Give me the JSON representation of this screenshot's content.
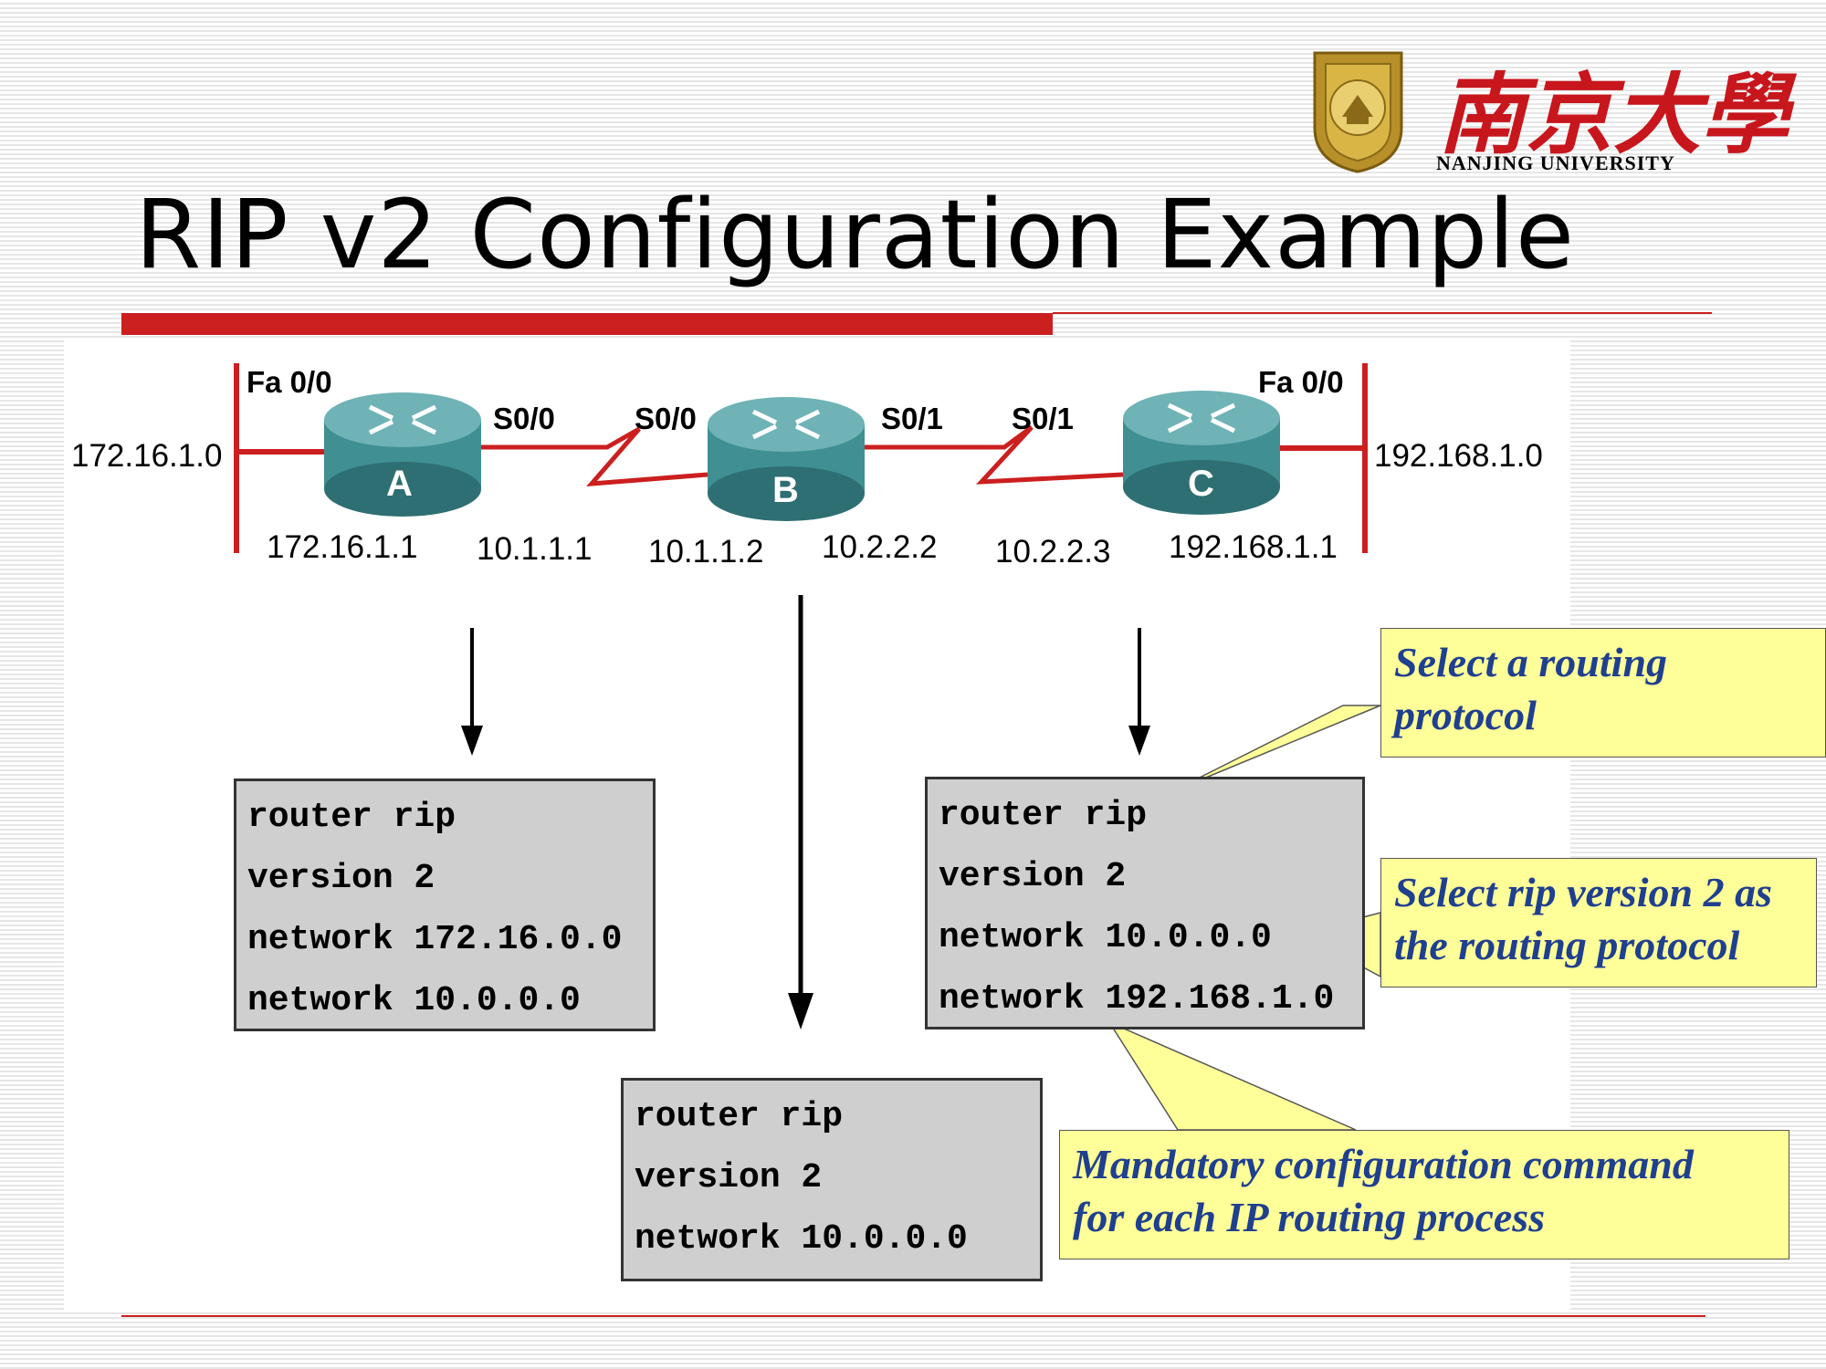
{
  "slide_title": "RIP v2 Configuration Example",
  "logo": {
    "name_cn": "南京大學",
    "name_en": "NANJING UNIVERSITY",
    "emblem_icon": "university-seal-icon"
  },
  "colors": {
    "accent_red": "#cc1f1f",
    "callout_fill": "#ffff99",
    "callout_text": "#1f3f8f",
    "codebox_fill": "#cfcfcf",
    "router_teal": "#3f8f93"
  },
  "diagram": {
    "routers": [
      {
        "label": "A",
        "icon": "router-icon"
      },
      {
        "label": "B",
        "icon": "router-icon"
      },
      {
        "label": "C",
        "icon": "router-icon"
      }
    ],
    "networks": {
      "left": "172.16.1.0",
      "right": "192.168.1.0"
    },
    "interfaces": {
      "a_fa": "Fa 0/0",
      "a_s": "S0/0",
      "b_s0": "S0/0",
      "b_s1": "S0/1",
      "c_s": "S0/1",
      "c_fa": "Fa 0/0"
    },
    "addresses": {
      "a_fa": "172.16.1.1",
      "a_s": "10.1.1.1",
      "b_s0": "10.1.1.2",
      "b_s1": "10.2.2.2",
      "c_s": "10.2.2.3",
      "c_fa": "192.168.1.1"
    }
  },
  "configs": {
    "a": [
      "router rip",
      "version 2",
      "network 172.16.0.0",
      "network 10.0.0.0"
    ],
    "b": [
      "router rip",
      "version 2",
      "network 10.0.0.0"
    ],
    "c": [
      "router rip",
      "version 2",
      "network 10.0.0.0",
      "network 192.168.1.0"
    ]
  },
  "callouts": {
    "routing_protocol": [
      "Select a routing",
      "protocol"
    ],
    "rip_version": [
      "Select rip version 2 as",
      "the routing protocol"
    ],
    "mandatory": [
      "Mandatory configuration command",
      "for each IP routing process"
    ]
  }
}
